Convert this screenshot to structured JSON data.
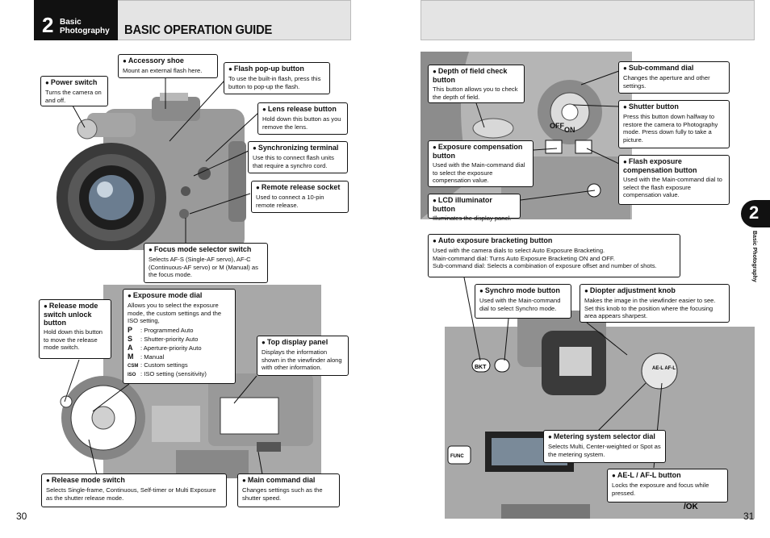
{
  "header": {
    "chapter_number": "2",
    "section_label": "Basic Photography",
    "title": "BASIC OPERATION GUIDE"
  },
  "side_tab": {
    "number": "2",
    "label": "Basic Photography"
  },
  "pages": {
    "left": "30",
    "right": "31"
  },
  "callouts": {
    "accessory_shoe": {
      "title": "Accessory shoe",
      "desc": "Mount an external flash here."
    },
    "power_switch": {
      "title": "Power switch",
      "desc": "Turns the camera on and off."
    },
    "flash_popup": {
      "title": "Flash pop-up button",
      "desc": "To use the built-in flash, press this button to pop-up the flash."
    },
    "lens_release": {
      "title": "Lens release button",
      "desc": "Hold down this button as you remove the lens."
    },
    "sync_terminal": {
      "title": "Synchronizing terminal",
      "desc": "Use this to connect flash units that require a synchro cord."
    },
    "remote_socket": {
      "title": "Remote release socket",
      "desc": "Used to connect a 10-pin remote release."
    },
    "focus_mode": {
      "title": "Focus mode selector switch",
      "desc": "Selects AF-S (Single-AF servo), AF-C (Continuous-AF servo) or M (Manual) as the focus mode."
    },
    "release_unlock": {
      "title": "Release mode switch unlock button",
      "desc": "Hold down this button to move the release mode switch."
    },
    "exposure_dial": {
      "title": "Exposure mode dial",
      "desc": "Allows you to select the exposure mode, the custom settings and the ISO setting,",
      "modes": [
        {
          "key": "P",
          "label": ": Programmed Auto"
        },
        {
          "key": "S",
          "label": ": Shutter-priority Auto"
        },
        {
          "key": "A",
          "label": ": Aperture-priority Auto"
        },
        {
          "key": "M",
          "label": ": Manual"
        },
        {
          "key": "CSM",
          "label": ": Custom settings"
        },
        {
          "key": "ISO",
          "label": ": ISO setting (sensitivity)"
        }
      ]
    },
    "top_display": {
      "title": "Top display panel",
      "desc": "Displays the information shown in the viewfinder along with other information."
    },
    "release_mode": {
      "title": "Release mode switch",
      "desc": "Selects Single-frame, Continuous, Self-timer or Multi Exposure as the shutter release mode."
    },
    "main_dial": {
      "title": "Main command dial",
      "desc": "Changes settings such as the shutter speed."
    },
    "dof_check": {
      "title": "Depth of field check button",
      "desc": "This button allows you to check the depth of field."
    },
    "sub_dial": {
      "title": "Sub-command dial",
      "desc": "Changes the aperture and other settings."
    },
    "shutter_button": {
      "title": "Shutter button",
      "desc": "Press this button down halfway to restore the camera to Photography mode. Press down fully to take a picture."
    },
    "exp_comp": {
      "title": "Exposure compensation button",
      "desc": "Used with the Main-command dial to select the exposure compensation value."
    },
    "flash_exp_comp": {
      "title": "Flash exposure compensation button",
      "desc": "Used with the Main-command dial to select the flash exposure compensation value."
    },
    "lcd_illum": {
      "title": "LCD illuminator button",
      "desc": "Illuminates the display panel."
    },
    "ae_bracket": {
      "title": "Auto exposure bracketing button",
      "desc": "Used with the camera dials to select Auto Exposure Bracketing.\nMain-command dial: Turns Auto Exposure Bracketing ON and OFF.\nSub-command dial: Selects a combination of exposure offset and number of shots."
    },
    "synchro_mode": {
      "title": "Synchro mode button",
      "desc": "Used with the Main-command dial to select Synchro mode."
    },
    "diopter": {
      "title": "Diopter adjustment knob",
      "desc": "Makes the image in the viewfinder easier to see. Set this knob to the position where the focusing area appears sharpest."
    },
    "metering": {
      "title": "Metering system selector dial",
      "desc": "Selects Multi, Center-weighted or Spot as the metering system."
    },
    "ael_afl": {
      "title": "AE-L / AF-L button",
      "desc": "Locks the exposure and focus while pressed."
    }
  },
  "photo_labels": {
    "off": "OFF",
    "on": "ON",
    "bkt": "BKT",
    "func": "FUNC",
    "ael": "AE-L AF-L",
    "ok": "/OK"
  }
}
